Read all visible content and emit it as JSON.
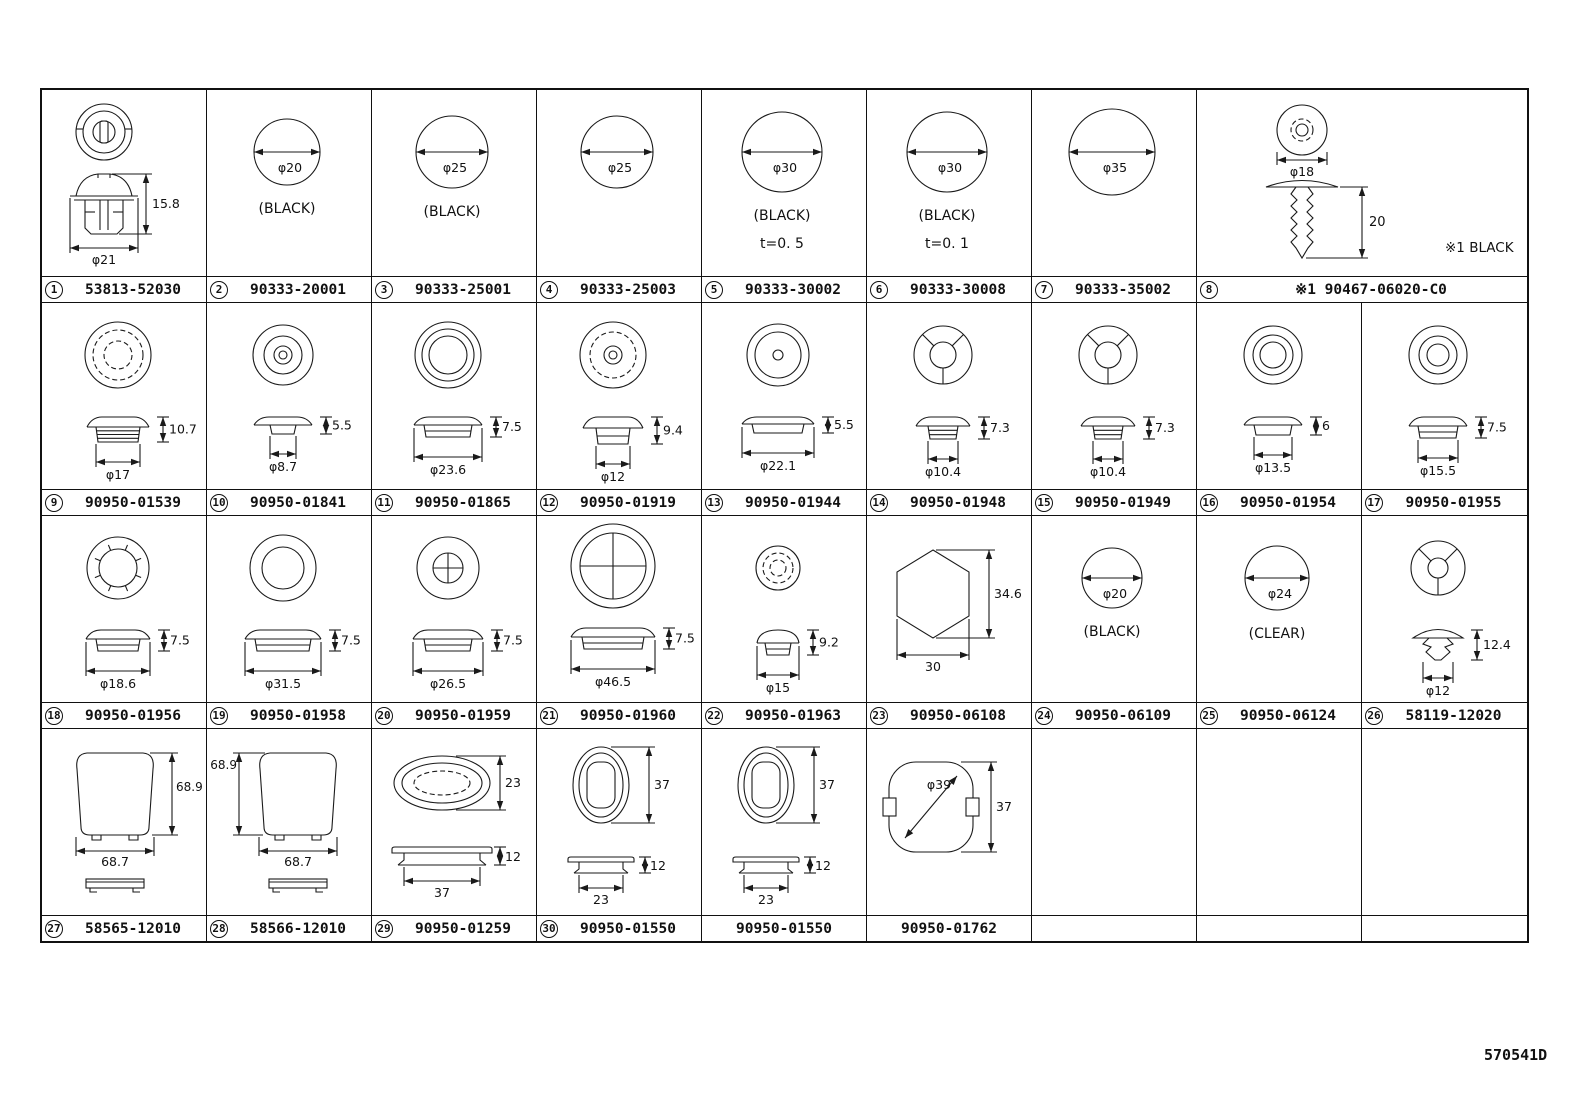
{
  "figure_code": "570541D",
  "rows": [
    {
      "cells": [
        {
          "num": "1",
          "part_number": "53813-52030",
          "dims": {
            "h": "15.8",
            "dia": "φ21"
          }
        },
        {
          "num": "2",
          "part_number": "90333-20001",
          "dims": {
            "dia": "φ20"
          },
          "notes": [
            "(BLACK)"
          ]
        },
        {
          "num": "3",
          "part_number": "90333-25001",
          "dims": {
            "dia": "φ25"
          },
          "notes": [
            "(BLACK)"
          ]
        },
        {
          "num": "4",
          "part_number": "90333-25003",
          "dims": {
            "dia": "φ25"
          }
        },
        {
          "num": "5",
          "part_number": "90333-30002",
          "dims": {
            "dia": "φ30"
          },
          "notes": [
            "(BLACK)",
            "t=0. 5"
          ]
        },
        {
          "num": "6",
          "part_number": "90333-30008",
          "dims": {
            "dia": "φ30"
          },
          "notes": [
            "(BLACK)",
            "t=0. 1"
          ]
        },
        {
          "num": "7",
          "part_number": "90333-35002",
          "dims": {
            "dia": "φ35"
          }
        },
        {
          "num": "8",
          "part_number": "※1 90467-06020-C0",
          "dims": {
            "dia": "φ18",
            "h": "20"
          },
          "notes": [
            "※1 BLACK"
          ]
        }
      ]
    },
    {
      "cells": [
        {
          "num": "9",
          "part_number": "90950-01539",
          "dims": {
            "h": "10.7",
            "dia": "φ17"
          }
        },
        {
          "num": "10",
          "part_number": "90950-01841",
          "dims": {
            "h": "5.5",
            "dia": "φ8.7"
          }
        },
        {
          "num": "11",
          "part_number": "90950-01865",
          "dims": {
            "h": "7.5",
            "dia": "φ23.6"
          }
        },
        {
          "num": "12",
          "part_number": "90950-01919",
          "dims": {
            "h": "9.4",
            "dia": "φ12"
          }
        },
        {
          "num": "13",
          "part_number": "90950-01944",
          "dims": {
            "h": "5.5",
            "dia": "φ22.1"
          }
        },
        {
          "num": "14",
          "part_number": "90950-01948",
          "dims": {
            "h": "7.3",
            "dia": "φ10.4"
          }
        },
        {
          "num": "15",
          "part_number": "90950-01949",
          "dims": {
            "h": "7.3",
            "dia": "φ10.4"
          }
        },
        {
          "num": "16",
          "part_number": "90950-01954",
          "dims": {
            "h": "6",
            "dia": "φ13.5"
          }
        },
        {
          "num": "17",
          "part_number": "90950-01955",
          "dims": {
            "h": "7.5",
            "dia": "φ15.5"
          }
        }
      ]
    },
    {
      "cells": [
        {
          "num": "18",
          "part_number": "90950-01956",
          "dims": {
            "h": "7.5",
            "dia": "φ18.6"
          }
        },
        {
          "num": "19",
          "part_number": "90950-01958",
          "dims": {
            "h": "7.5",
            "dia": "φ31.5"
          }
        },
        {
          "num": "20",
          "part_number": "90950-01959",
          "dims": {
            "h": "7.5",
            "dia": "φ26.5"
          }
        },
        {
          "num": "21",
          "part_number": "90950-01960",
          "dims": {
            "h": "7.5",
            "dia": "φ46.5"
          }
        },
        {
          "num": "22",
          "part_number": "90950-01963",
          "dims": {
            "h": "9.2",
            "dia": "φ15"
          }
        },
        {
          "num": "23",
          "part_number": "90950-06108",
          "dims": {
            "h": "34.6",
            "w": "30"
          }
        },
        {
          "num": "24",
          "part_number": "90950-06109",
          "dims": {
            "dia": "φ20"
          },
          "notes": [
            "(BLACK)"
          ]
        },
        {
          "num": "25",
          "part_number": "90950-06124",
          "dims": {
            "dia": "φ24"
          },
          "notes": [
            "(CLEAR)"
          ]
        },
        {
          "num": "26",
          "part_number": "58119-12020",
          "dims": {
            "h": "12.4",
            "dia": "φ12"
          }
        }
      ]
    },
    {
      "cells": [
        {
          "num": "27",
          "part_number": "58565-12010",
          "dims": {
            "h": "68.9",
            "w": "68.7"
          }
        },
        {
          "num": "28",
          "part_number": "58566-12010",
          "dims": {
            "h": "68.9",
            "w": "68.7"
          }
        },
        {
          "num": "29",
          "part_number": "90950-01259",
          "dims": {
            "oh": "23",
            "t": "12",
            "w": "37"
          }
        },
        {
          "num": "30",
          "part_number": "90950-01550",
          "dims": {
            "oh": "37",
            "t": "12",
            "w": "23"
          }
        },
        {
          "num": null,
          "part_number": "90950-01550",
          "dims": {
            "oh": "37",
            "t": "12",
            "w": "23"
          }
        },
        {
          "num": null,
          "part_number": "90950-01762",
          "dims": {
            "dia": "φ39",
            "h": "37"
          }
        },
        {
          "num": null,
          "part_number": ""
        },
        {
          "num": null,
          "part_number": ""
        },
        {
          "num": null,
          "part_number": ""
        }
      ]
    }
  ]
}
